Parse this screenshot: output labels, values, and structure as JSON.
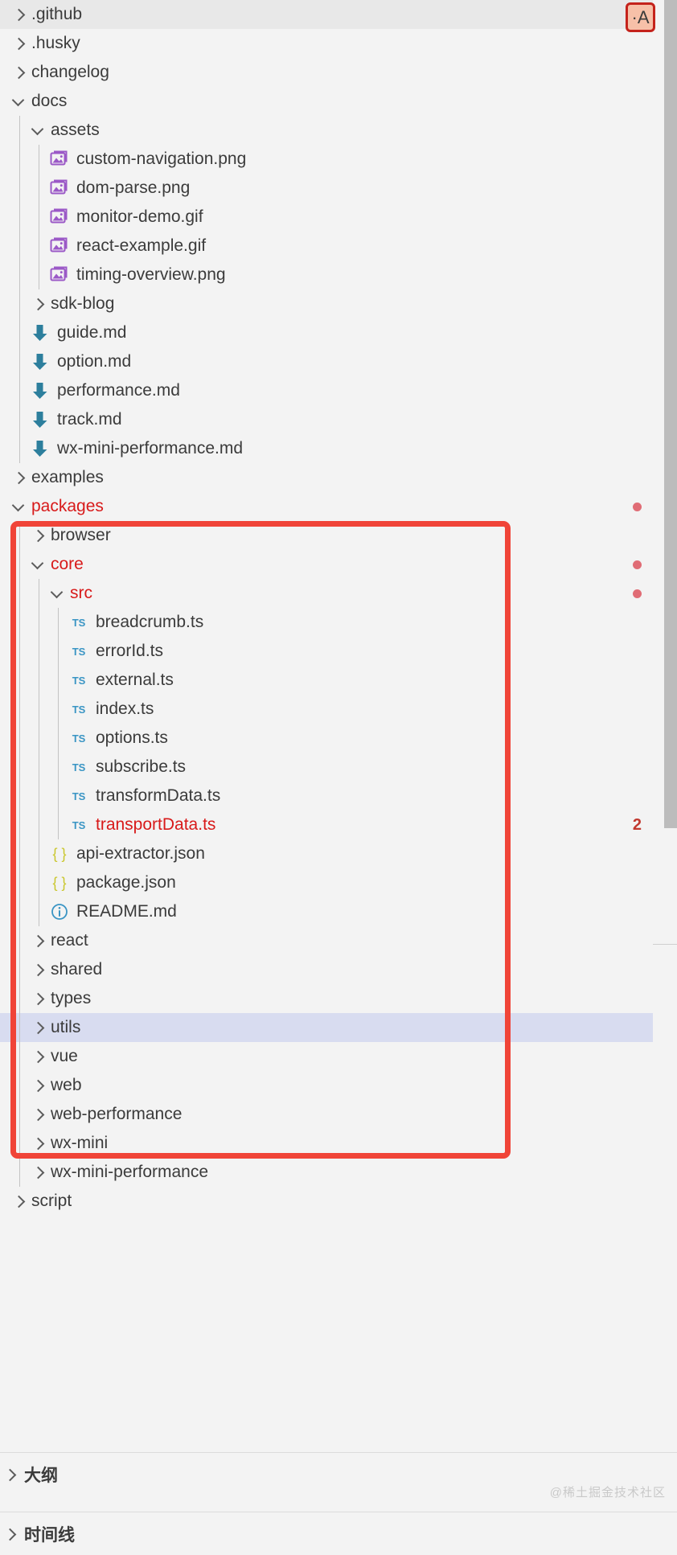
{
  "badge": {
    "label": "·A",
    "border_color": "#c4221b",
    "bg_color": "#f7c0a8"
  },
  "annotation": {
    "color": "#f04438"
  },
  "colors": {
    "modified_red": "#d81a1a",
    "dot_red": "#e06c75",
    "ts_icon": "#3a95c4",
    "json_icon": "#c9c62a",
    "image_icon": "#9b59c7",
    "markdown_icon": "#2d7f9d",
    "readme_icon": "#3a95c4",
    "selection_focus": "#d8dcf0",
    "selection_grey": "#e8e8e8"
  },
  "explorer": {
    "rows": [
      {
        "label": ".github",
        "depth": 0,
        "kind": "folder",
        "state": "collapsed",
        "selected": "grey"
      },
      {
        "label": ".husky",
        "depth": 0,
        "kind": "folder",
        "state": "collapsed"
      },
      {
        "label": "changelog",
        "depth": 0,
        "kind": "folder",
        "state": "collapsed"
      },
      {
        "label": "docs",
        "depth": 0,
        "kind": "folder",
        "state": "expanded"
      },
      {
        "label": "assets",
        "depth": 1,
        "kind": "folder",
        "state": "expanded"
      },
      {
        "label": "custom-navigation.png",
        "depth": 2,
        "kind": "file",
        "icon": "image-icon"
      },
      {
        "label": "dom-parse.png",
        "depth": 2,
        "kind": "file",
        "icon": "image-icon"
      },
      {
        "label": "monitor-demo.gif",
        "depth": 2,
        "kind": "file",
        "icon": "image-icon"
      },
      {
        "label": "react-example.gif",
        "depth": 2,
        "kind": "file",
        "icon": "image-icon"
      },
      {
        "label": "timing-overview.png",
        "depth": 2,
        "kind": "file",
        "icon": "image-icon"
      },
      {
        "label": "sdk-blog",
        "depth": 1,
        "kind": "folder",
        "state": "collapsed"
      },
      {
        "label": "guide.md",
        "depth": 1,
        "kind": "file",
        "icon": "markdown-icon"
      },
      {
        "label": "option.md",
        "depth": 1,
        "kind": "file",
        "icon": "markdown-icon"
      },
      {
        "label": "performance.md",
        "depth": 1,
        "kind": "file",
        "icon": "markdown-icon"
      },
      {
        "label": "track.md",
        "depth": 1,
        "kind": "file",
        "icon": "markdown-icon"
      },
      {
        "label": "wx-mini-performance.md",
        "depth": 1,
        "kind": "file",
        "icon": "markdown-icon"
      },
      {
        "label": "examples",
        "depth": 0,
        "kind": "folder",
        "state": "collapsed"
      },
      {
        "label": "packages",
        "depth": 0,
        "kind": "folder",
        "state": "expanded",
        "modified": true,
        "dot": true
      },
      {
        "label": "browser",
        "depth": 1,
        "kind": "folder",
        "state": "collapsed"
      },
      {
        "label": "core",
        "depth": 1,
        "kind": "folder",
        "state": "expanded",
        "modified": true,
        "dot": true
      },
      {
        "label": "src",
        "depth": 2,
        "kind": "folder",
        "state": "expanded",
        "modified": true,
        "dot": true
      },
      {
        "label": "breadcrumb.ts",
        "depth": 3,
        "kind": "file",
        "icon": "ts-icon"
      },
      {
        "label": "errorId.ts",
        "depth": 3,
        "kind": "file",
        "icon": "ts-icon"
      },
      {
        "label": "external.ts",
        "depth": 3,
        "kind": "file",
        "icon": "ts-icon"
      },
      {
        "label": "index.ts",
        "depth": 3,
        "kind": "file",
        "icon": "ts-icon"
      },
      {
        "label": "options.ts",
        "depth": 3,
        "kind": "file",
        "icon": "ts-icon"
      },
      {
        "label": "subscribe.ts",
        "depth": 3,
        "kind": "file",
        "icon": "ts-icon"
      },
      {
        "label": "transformData.ts",
        "depth": 3,
        "kind": "file",
        "icon": "ts-icon"
      },
      {
        "label": "transportData.ts",
        "depth": 3,
        "kind": "file",
        "icon": "ts-icon",
        "modified": true,
        "count": "2"
      },
      {
        "label": "api-extractor.json",
        "depth": 2,
        "kind": "file",
        "icon": "json-icon"
      },
      {
        "label": "package.json",
        "depth": 2,
        "kind": "file",
        "icon": "json-icon"
      },
      {
        "label": "README.md",
        "depth": 2,
        "kind": "file",
        "icon": "readme-info-icon"
      },
      {
        "label": "react",
        "depth": 1,
        "kind": "folder",
        "state": "collapsed"
      },
      {
        "label": "shared",
        "depth": 1,
        "kind": "folder",
        "state": "collapsed"
      },
      {
        "label": "types",
        "depth": 1,
        "kind": "folder",
        "state": "collapsed"
      },
      {
        "label": "utils",
        "depth": 1,
        "kind": "folder",
        "state": "collapsed",
        "selected": "focus"
      },
      {
        "label": "vue",
        "depth": 1,
        "kind": "folder",
        "state": "collapsed"
      },
      {
        "label": "web",
        "depth": 1,
        "kind": "folder",
        "state": "collapsed"
      },
      {
        "label": "web-performance",
        "depth": 1,
        "kind": "folder",
        "state": "collapsed"
      },
      {
        "label": "wx-mini",
        "depth": 1,
        "kind": "folder",
        "state": "collapsed"
      },
      {
        "label": "wx-mini-performance",
        "depth": 1,
        "kind": "folder",
        "state": "collapsed"
      },
      {
        "label": "script",
        "depth": 0,
        "kind": "folder",
        "state": "collapsed"
      }
    ]
  },
  "panes": [
    {
      "title": "大纲",
      "state": "collapsed"
    },
    {
      "title": "时间线",
      "state": "collapsed"
    }
  ],
  "watermark": "@稀土掘金技术社区"
}
